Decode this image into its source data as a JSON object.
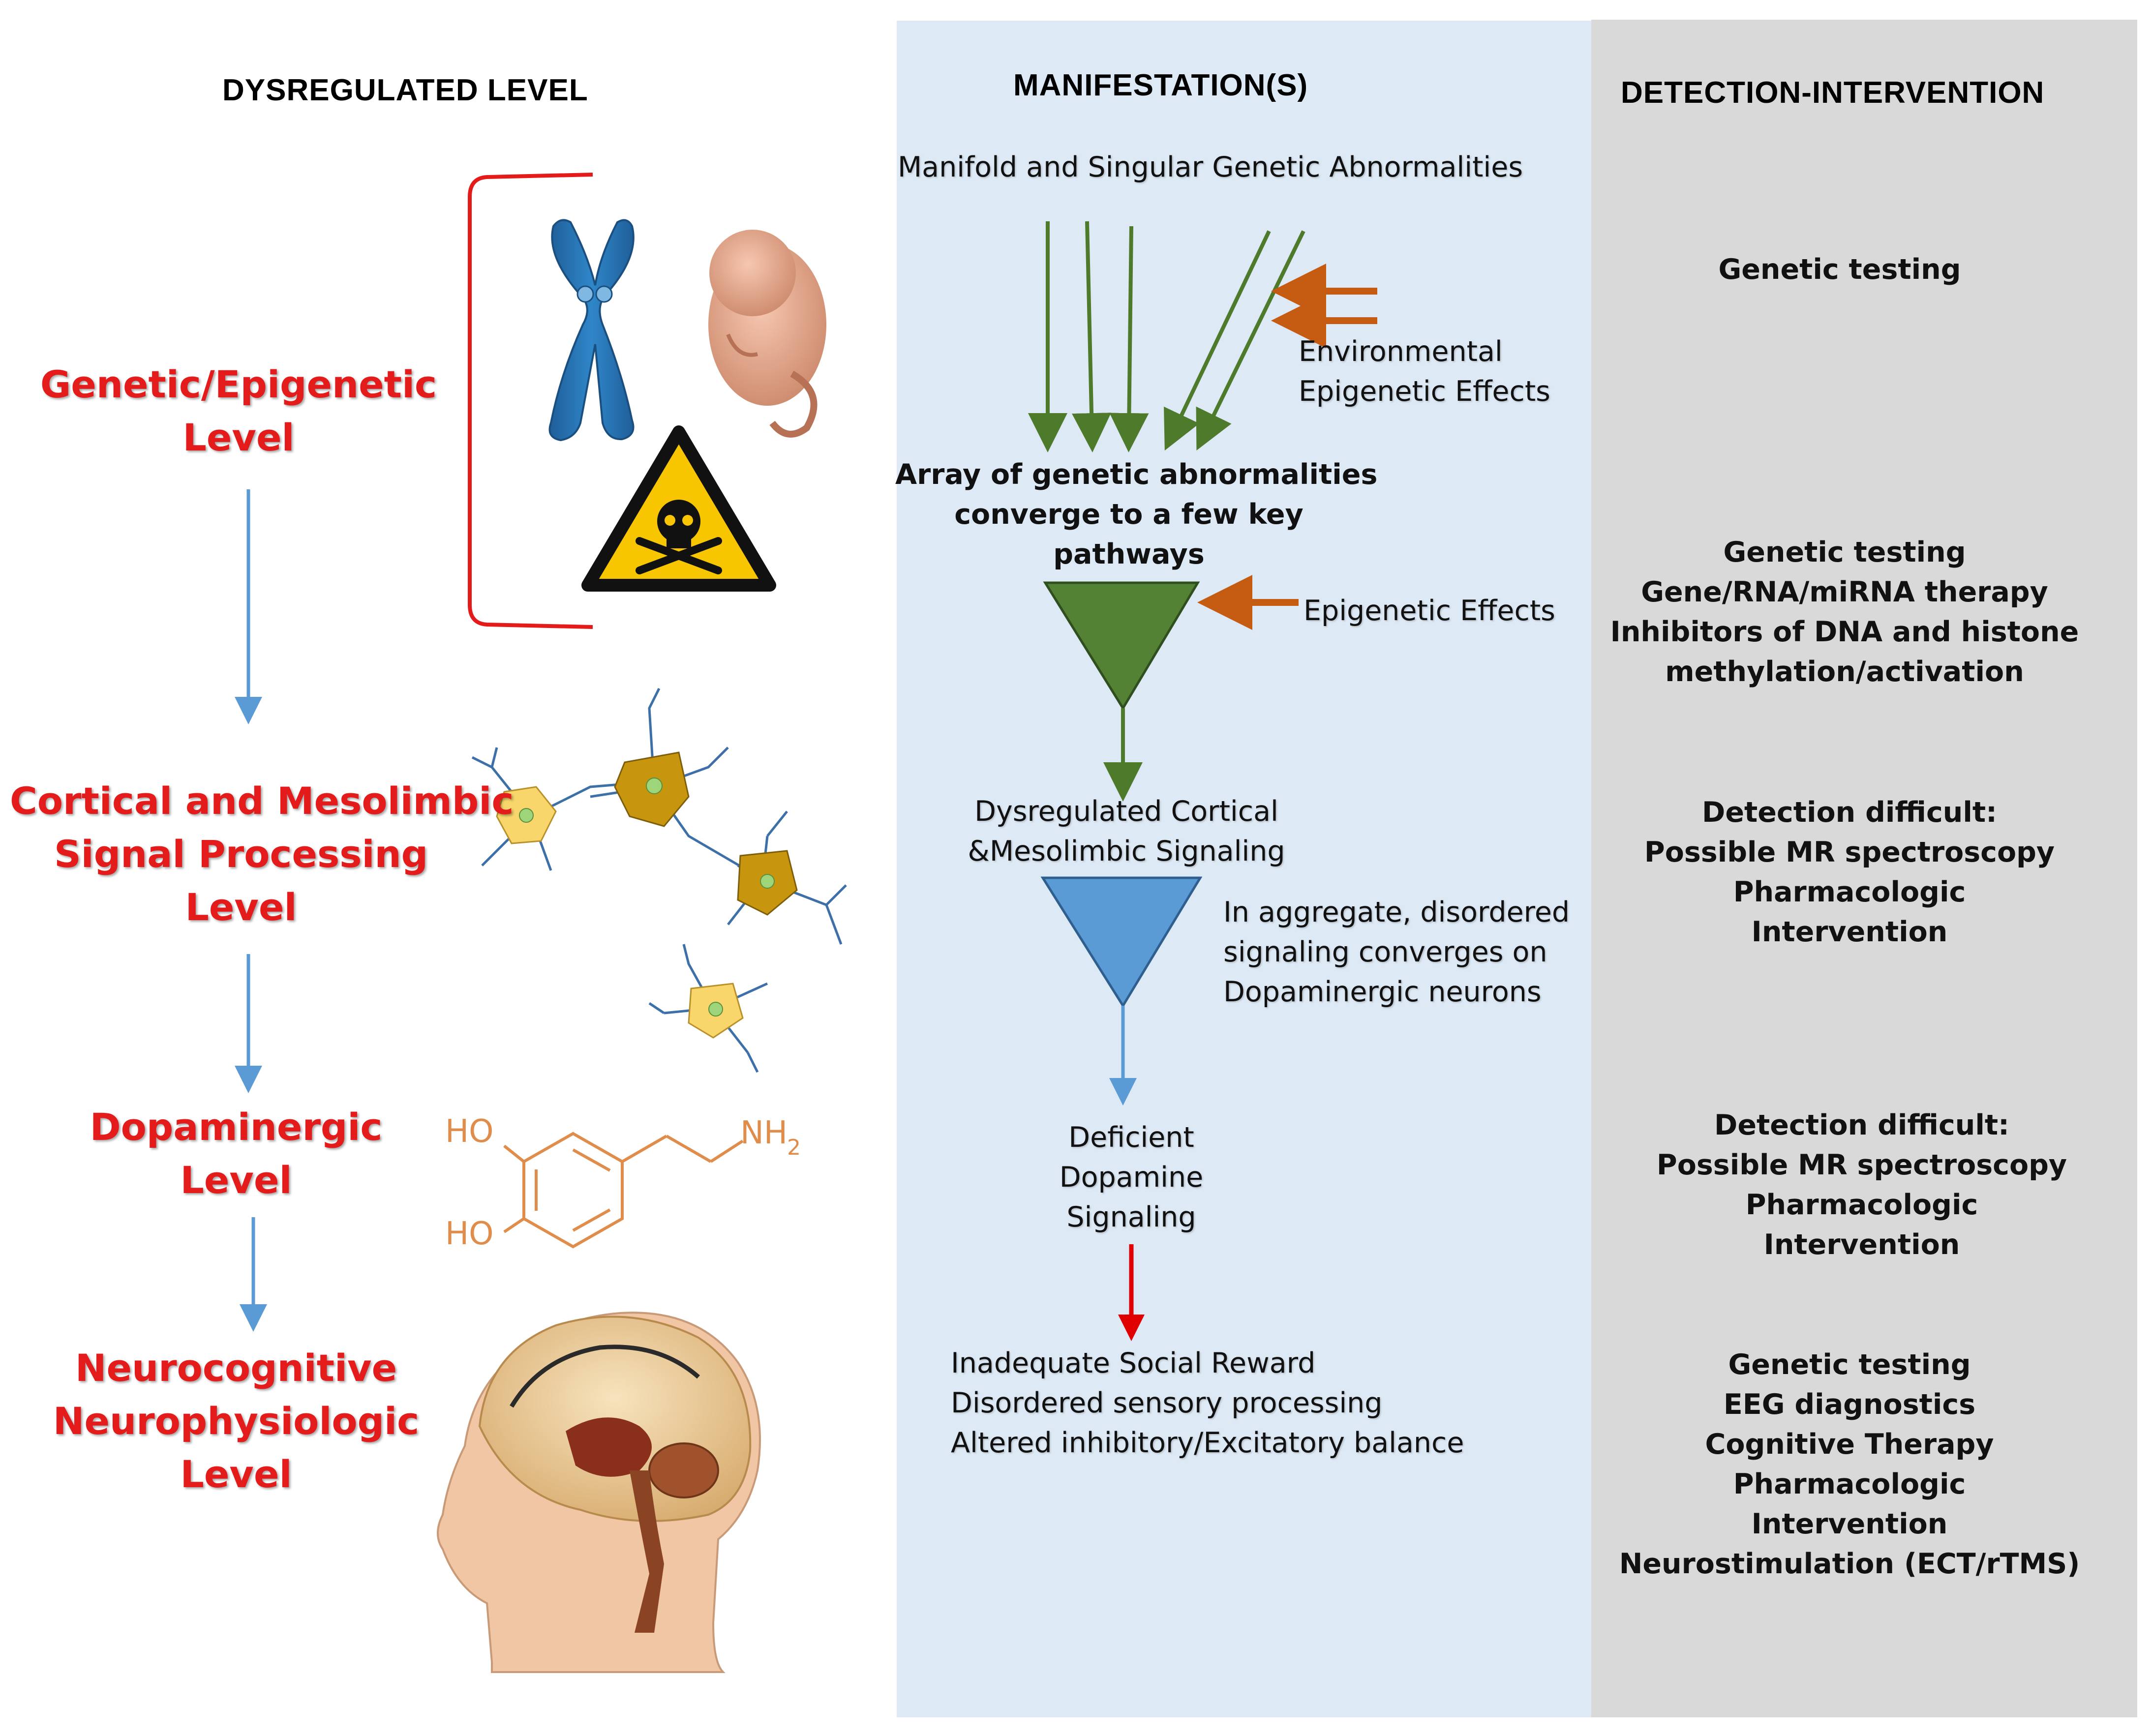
{
  "headers": {
    "dysregulated": "DYSREGULATED LEVEL",
    "manifestation": "MANIFESTATION(S)",
    "detection": "DETECTION-INTERVENTION"
  },
  "levels": [
    {
      "lines": [
        "Genetic/Epigenetic",
        "Level"
      ]
    },
    {
      "lines": [
        "Cortical and Mesolimbic",
        "Signal Processing",
        "Level"
      ]
    },
    {
      "lines": [
        "Dopaminergic",
        "Level"
      ]
    },
    {
      "lines": [
        "Neurocognitive",
        "Neurophysiologic",
        "Level"
      ]
    }
  ],
  "dopamine_labels": {
    "ho_top": "HO",
    "ho_bottom": "HO",
    "nh": "NH",
    "sub": "2"
  },
  "manifestations": {
    "top": "Manifold and Singular Genetic Abnormalities",
    "env_effects": [
      "Environmental",
      "Epigenetic Effects"
    ],
    "array": [
      "Array of genetic abnormalities",
      "converge to a few key",
      "pathways"
    ],
    "epi_effects": "Epigenetic Effects",
    "dysregulated": [
      "Dysregulated Cortical",
      "&Mesolimbic Signaling"
    ],
    "aggregate": [
      "In aggregate, disordered",
      "signaling converges on",
      "Dopaminergic neurons"
    ],
    "deficient": [
      "Deficient",
      "Dopamine",
      "Signaling"
    ],
    "outcomes": [
      "Inadequate Social Reward",
      "Disordered sensory processing",
      "Altered inhibitory/Excitatory balance"
    ]
  },
  "detection": [
    {
      "lines": [
        "Genetic testing"
      ]
    },
    {
      "lines": [
        "Genetic testing",
        "Gene/RNA/miRNA therapy",
        "Inhibitors of DNA and histone",
        "methylation/activation"
      ]
    },
    {
      "lines": [
        "Detection difficult:",
        "Possible MR spectroscopy",
        "Pharmacologic",
        "Intervention"
      ]
    },
    {
      "lines": [
        "Detection difficult:",
        "Possible MR spectroscopy",
        "Pharmacologic",
        "Intervention"
      ]
    },
    {
      "lines": [
        "Genetic testing",
        "EEG diagnostics",
        "Cognitive Therapy",
        "Pharmacologic",
        "Intervention",
        "Neurostimulation (ECT/rTMS)"
      ]
    }
  ],
  "colors": {
    "level_red": "#e31b1b",
    "mid_bg": "#dde9f5",
    "right_bg": "#d9d9d9",
    "green_arrow": "#4e7a2c",
    "orange_arrow": "#c55a11",
    "blue_arrow": "#5b9bd5",
    "red_arrow": "#e00000"
  }
}
